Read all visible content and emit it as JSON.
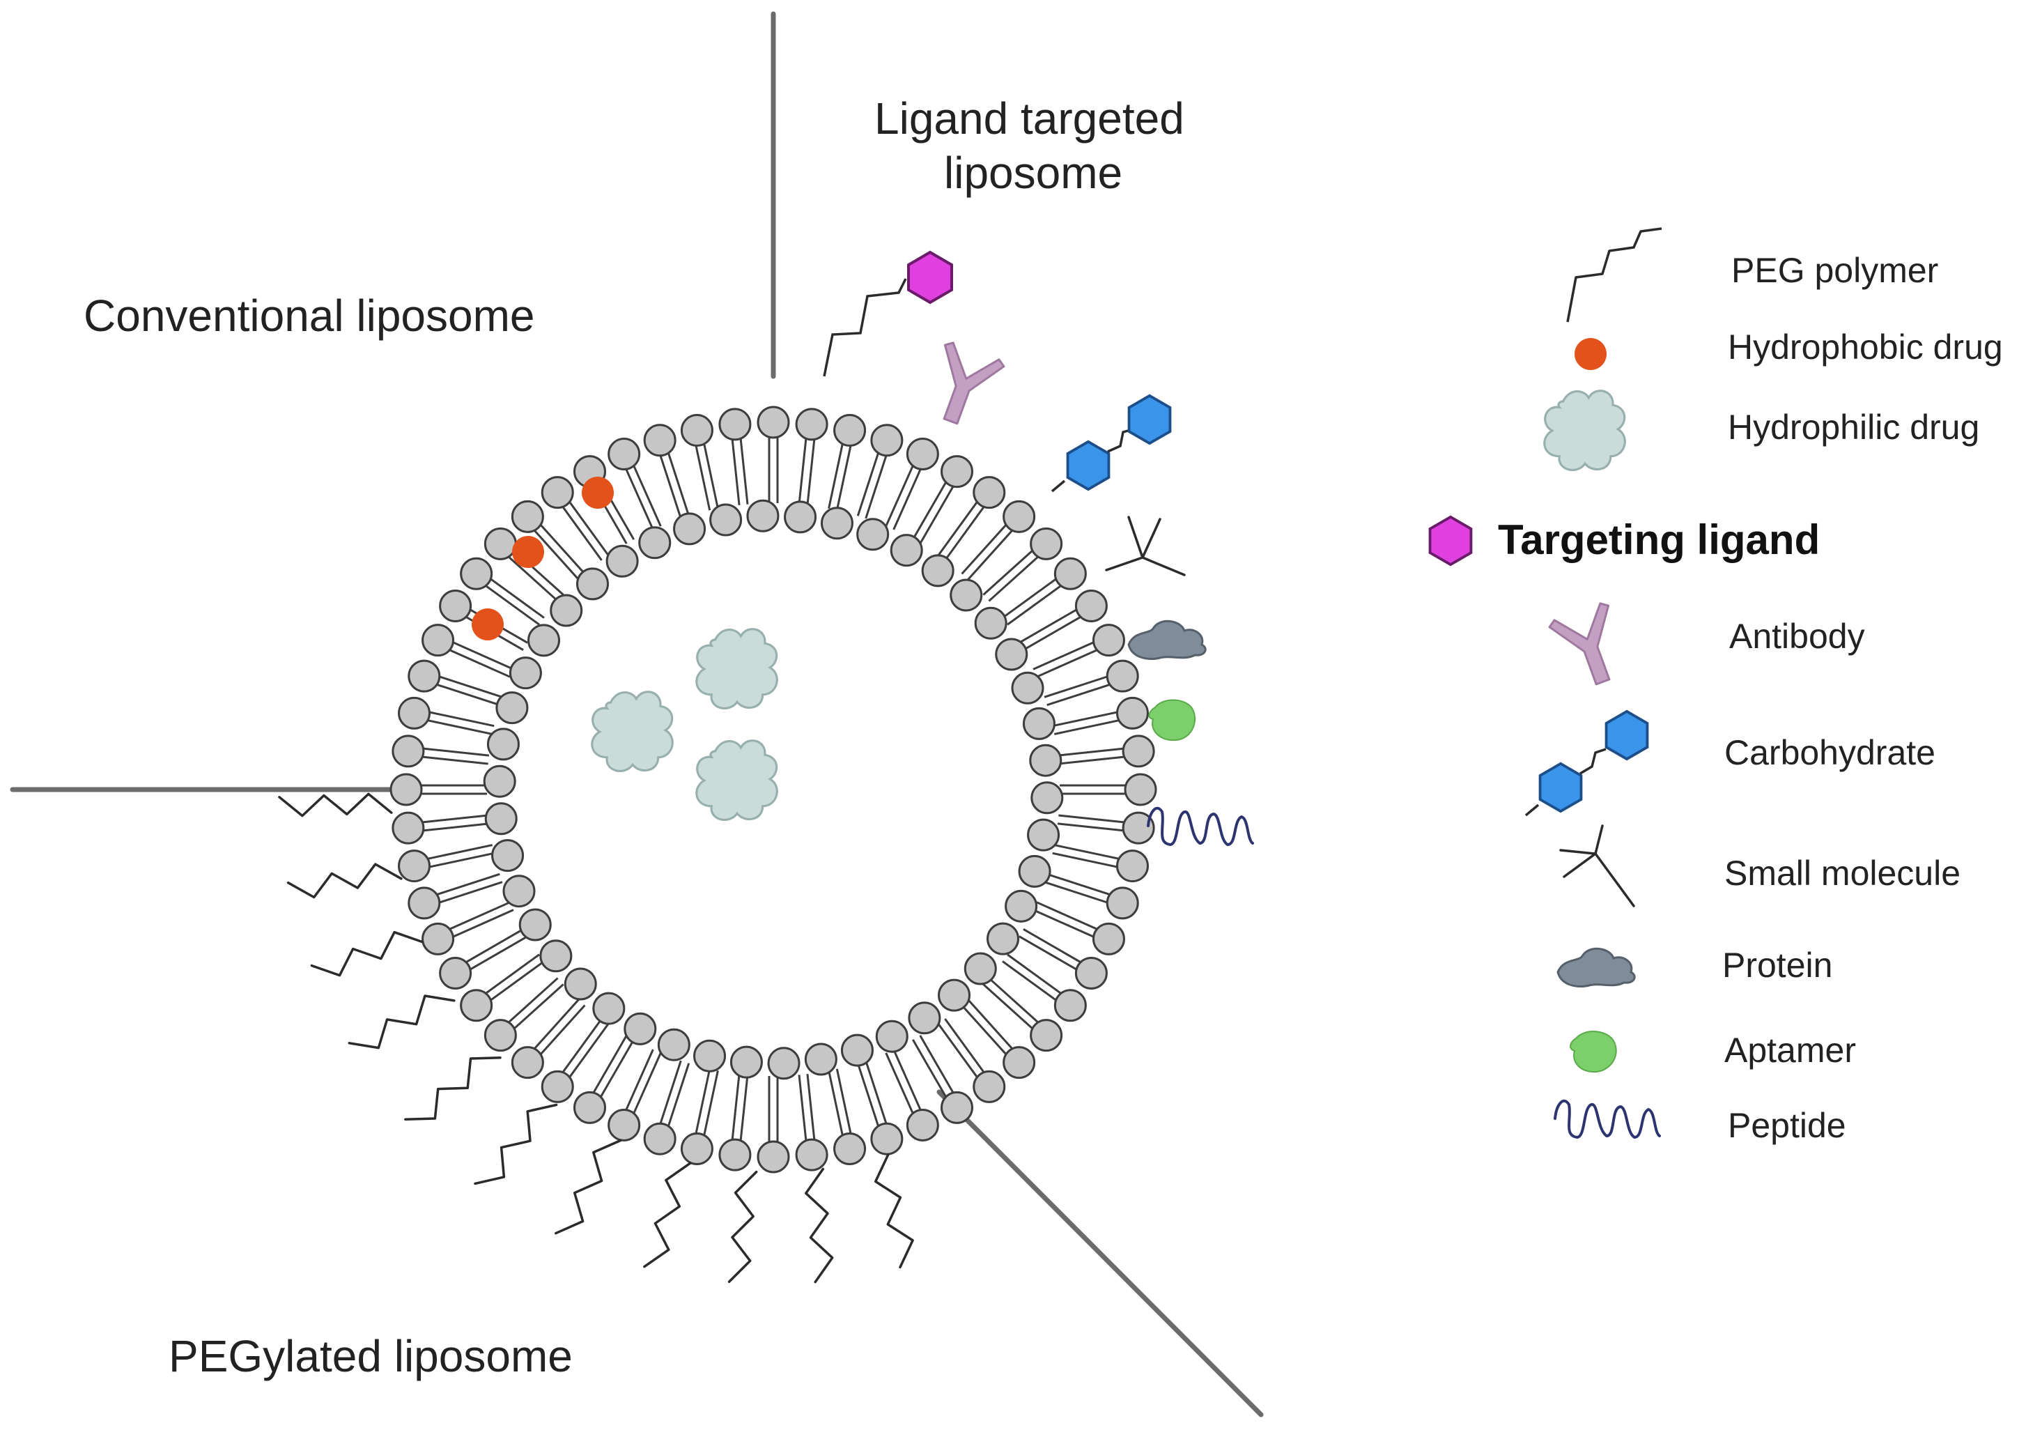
{
  "sections": {
    "conventional": "Conventional liposome",
    "ligand_line1": "Ligand targeted",
    "ligand_line2": "liposome",
    "pegylated": "PEGylated liposome"
  },
  "legend": {
    "peg_polymer": "PEG polymer",
    "hydrophobic_drug": "Hydrophobic drug",
    "hydrophilic_drug": "Hydrophilic drug",
    "targeting_ligand": "Targeting ligand",
    "antibody": "Antibody",
    "carbohydrate": "Carbohydrate",
    "small_molecule": "Small molecule",
    "protein": "Protein",
    "aptamer": "Aptamer",
    "peptide": "Peptide"
  },
  "colors": {
    "lipid_head": "#c6c6c6",
    "lipid_outline": "#3d3d3d",
    "divider": "#6b6b6b",
    "targeting_ligand": "#e040e0",
    "hydrophobic_drug": "#e4521b",
    "hydrophilic_drug": "#c9dcda",
    "antibody": "#c49fc4",
    "carbohydrate": "#3a95ea",
    "protein": "#7f8c9a",
    "aptamer": "#7ccf6a",
    "peptide": "#2d3570"
  }
}
